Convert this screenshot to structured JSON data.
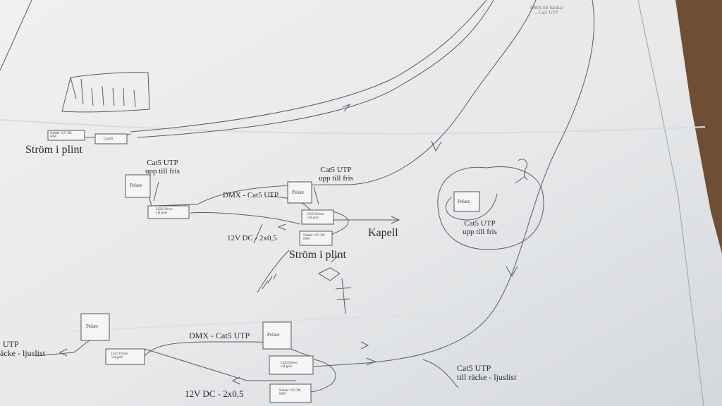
{
  "colors": {
    "paper": "#e9ebed",
    "paper_shadow": "#cfd2d6",
    "ink": "#55575c",
    "table": "#7a5a3e"
  },
  "texts": {
    "strom_plint_top": "Ström i plint",
    "cat5_upp_left_1": "Cat5 UTP",
    "cat5_upp_left_2": "upp till fris",
    "cat5_upp_mid_1": "Cat5 UTP",
    "cat5_upp_mid_2": "upp till fris",
    "pelare": "Pelare",
    "dmx_cat5_top": "DMX - Cat5 UTP",
    "twelve_v_top": "12V DC - 2x0,5",
    "strom_plint_mid": "Ström i plint",
    "kapell": "Kapell",
    "cat5_upp_right_1": "Cat5 UTP",
    "cat5_upp_right_2": "upp till fris",
    "dmx_cat5_bottom": "DMX - Cat5 UTP",
    "twelve_v_bottom": "12V DC - 2x0,5",
    "utp_left_1": "UTP",
    "utp_left_2": "äcke - ljuslist",
    "cat5_racke_1": "Cat5 UTP",
    "cat5_racke_2": "till räcke - ljuslist",
    "dmx_top_right_1": "DMX till bänkar",
    "dmx_top_right_2": "- Cat5 UTP",
    "led_driver_1": "LED Driver",
    "led_driver_2": "vid golv",
    "natdel_1": "Nätdel 12V DC",
    "natdel_2": "60W",
    "ljusfil": "Ljusfil"
  }
}
